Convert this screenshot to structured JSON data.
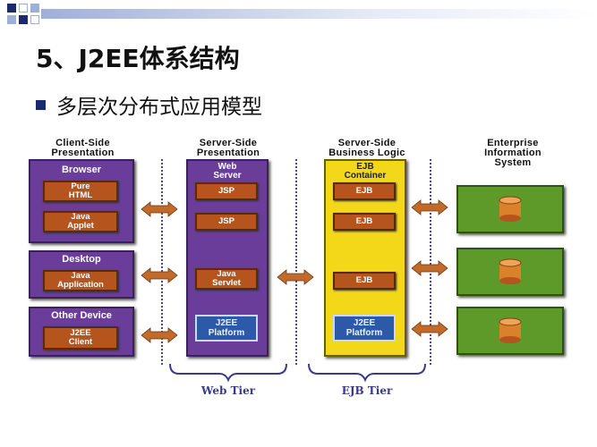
{
  "slide": {
    "title": "5、J2EE体系结构",
    "bullet": "多层次分布式应用模型"
  },
  "colors": {
    "presentation_panel": "#6a3d9a",
    "component_box": "#b5541c",
    "platform_box": "#2d5aa8",
    "ejb_container": "#f3d81a",
    "eis_box": "#5d9a2a",
    "bullet": "#1a2a6c"
  },
  "diagram": {
    "columns": {
      "client": "Client-Side\nPresentation",
      "server": "Server-Side\nPresentation",
      "business": "Server-Side\nBusiness Logic",
      "eis": "Enterprise\nInformation\nSystem"
    },
    "client_panels": [
      {
        "title": "Browser",
        "items": [
          "Pure\nHTML",
          "Java\nApplet"
        ]
      },
      {
        "title": "Desktop",
        "items": [
          "Java\nApplication"
        ]
      },
      {
        "title": "Other Device",
        "items": [
          "J2EE\nClient"
        ]
      }
    ],
    "web_server": {
      "title": "Web\nServer",
      "items": [
        "JSP",
        "JSP",
        "Java\nServlet"
      ],
      "platform": "J2EE\nPlatform"
    },
    "ejb_container": {
      "title": "EJB\nContainer",
      "items": [
        "EJB",
        "EJB",
        "EJB"
      ],
      "platform": "J2EE\nPlatform"
    },
    "eis_icon": "database-cylinder-icon",
    "tiers": [
      "Web Tier",
      "EJB Tier"
    ]
  }
}
